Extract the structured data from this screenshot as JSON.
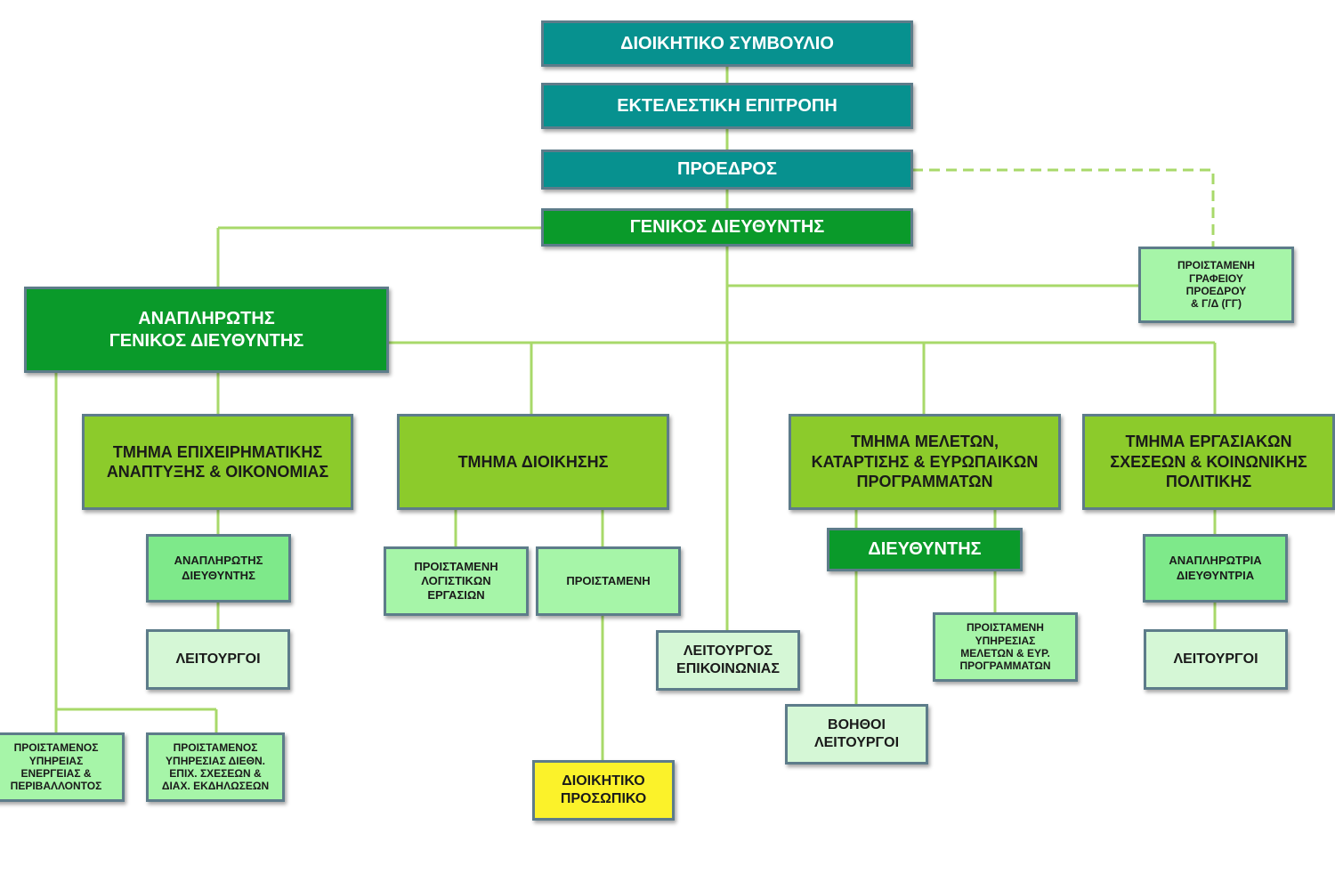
{
  "nodes": {
    "board": "ΔΙΟΙΚΗΤΙΚΟ ΣΥΜΒΟΥΛΙΟ",
    "exec_committee": "ΕΚΤΕΛΕΣΤΙΚΗ ΕΠΙΤΡΟΠΗ",
    "president": "ΠΡΟΕΔΡΟΣ",
    "general_director": "ΓΕΝΙΚΟΣ ΔΙΕΥΘΥΝΤΗΣ",
    "office_head": "ΠΡΟΙΣΤΑΜΕΝΗ\nΓΡΑΦΕΙΟΥ\nΠΡΟΕΔΡΟΥ\n& Γ/Δ (ΓΓ)",
    "deputy_general_director": "ΑΝΑΠΛΗΡΩΤΗΣ\nΓΕΝΙΚΟΣ ΔΙΕΥΘΥΝΤΗΣ",
    "dept_business": "ΤΜΗΜΑ ΕΠΙΧΕΙΡΗΜΑΤΙΚΗΣ\nΑΝΑΠΤΥΞΗΣ & ΟΙΚΟΝΟΜΙΑΣ",
    "dept_admin": "ΤΜΗΜΑ ΔΙΟΙΚΗΣΗΣ",
    "dept_studies": "ΤΜΗΜΑ ΜΕΛΕΤΩΝ,\nΚΑΤΑΡΤΙΣΗΣ & ΕΥΡΩΠΑΙΚΩΝ\nΠΡΟΓΡΑΜΜΑΤΩΝ",
    "dept_labour": "ΤΜΗΜΑ ΕΡΓΑΣΙΑΚΩΝ\nΣΧΕΣΕΩΝ & ΚΟΙΝΩΝΙΚΗΣ\nΠΟΛΙΤΙΚΗΣ",
    "deputy_director": "ΑΝΑΠΛΗΡΩΤΗΣ\nΔΙΕΥΘΥΝΤΗΣ",
    "officers_business": "ΛΕΙΤΟΥΡΓΟΙ",
    "head_accounting": "ΠΡΟΙΣΤΑΜΕΝΗ\nΛΟΓΙΣΤΙΚΩΝ\nΕΡΓΑΣΙΩΝ",
    "head_admin": "ΠΡΟΙΣΤΑΜΕΝΗ",
    "admin_staff": "ΔΙΟΙΚΗΤΙΚΟ\nΠΡΟΣΩΠΙΚΟ",
    "comms_officer": "ΛΕΙΤΟΥΡΓΟΣ\nΕΠΙΚΟΙΝΩΝΙΑΣ",
    "director_studies": "ΔΙΕΥΘΥΝΤΗΣ",
    "head_studies_service": "ΠΡΟΙΣΤΑΜΕΝΗ\nΥΠΗΡΕΣΙΑΣ\nΜΕΛΕΤΩΝ & ΕΥΡ.\nΠΡΟΓΡΑΜΜΑΤΩΝ",
    "assistant_officers": "ΒΟΗΘΟΙ\nΛΕΙΤΟΥΡΓΟΙ",
    "deputy_director_f": "ΑΝΑΠΛΗΡΩΤΡΙΑ\nΔΙΕΥΘΥΝΤΡΙΑ",
    "officers_labour": "ΛΕΙΤΟΥΡΓΟΙ",
    "head_energy": "ΠΡΟΙΣΤΑΜΕΝΟΣ\nΥΠΗΡΕΙΑΣ\nΕΝΕΡΓΕΙΑΣ &\nΠΕΡΙΒΑΛΛΟΝΤΟΣ",
    "head_intl": "ΠΡΟΙΣΤΑΜΕΝΟΣ\nΥΠΗΡΕΣΙΑΣ ΔΙΕΘΝ.\nΕΠΙΧ. ΣΧΕΣΕΩΝ &\nΔΙΑΧ. ΕΚΔΗΛΩΣΕΩΝ"
  },
  "colors": {
    "teal": "#07918f",
    "dark_green": "#0a9a2a",
    "lime": "#8ccb2b",
    "mint": "#7ee98a",
    "pale_green": "#a6f5a8",
    "paler_green": "#d5f7d6",
    "yellow": "#fbf22a",
    "connector": "#a8d96a"
  }
}
